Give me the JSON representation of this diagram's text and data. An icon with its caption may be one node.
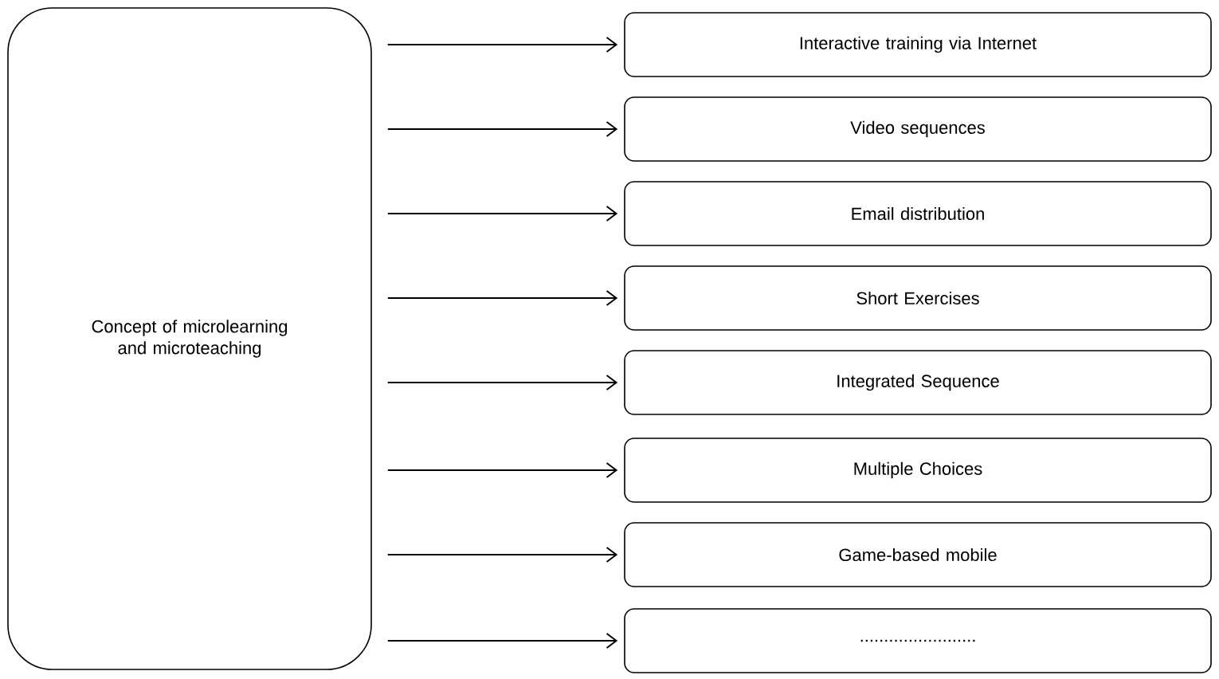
{
  "diagram": {
    "nodes": [
      {
        "text": [
          "Concept of microlearning and microteaching"
        ]
      },
      {
        "text": [
          "Interactive training via Internet"
        ]
      },
      {
        "text": [
          "Video sequences"
        ]
      },
      {
        "text": [
          "Email distribution"
        ]
      },
      {
        "text": [
          "Short Exercises"
        ]
      },
      {
        "text": [
          "Integrated Sequence"
        ]
      },
      {
        "text": [
          "Multiple Choices"
        ]
      },
      {
        "text": [
          "Game-based mobile"
        ]
      },
      {
        "text": [
          "........................"
        ]
      }
    ],
    "edges": [
      {
        "from": 0,
        "to": 1,
        "arrow": "to"
      },
      {
        "from": 0,
        "to": 2,
        "arrow": "to"
      },
      {
        "from": 0,
        "to": 3,
        "arrow": "to"
      },
      {
        "from": 0,
        "to": 4,
        "arrow": "to"
      },
      {
        "from": 0,
        "to": 5,
        "arrow": "to"
      },
      {
        "from": 0,
        "to": 6,
        "arrow": "to"
      },
      {
        "from": 0,
        "to": 7,
        "arrow": "to"
      },
      {
        "from": 0,
        "to": 8,
        "arrow": "to"
      }
    ]
  }
}
